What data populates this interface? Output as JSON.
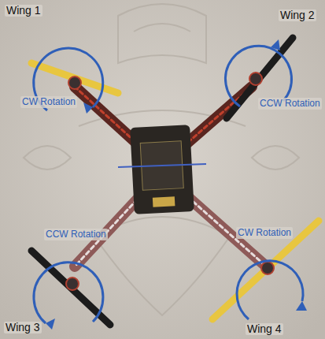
{
  "diagram": {
    "labels": [
      "Wing 1",
      "Wing 2",
      "CW Rotation",
      "CCW Rotation",
      "CCW Rotation",
      "CW Rotation",
      "Wing 3",
      "Wing 4"
    ]
  }
}
